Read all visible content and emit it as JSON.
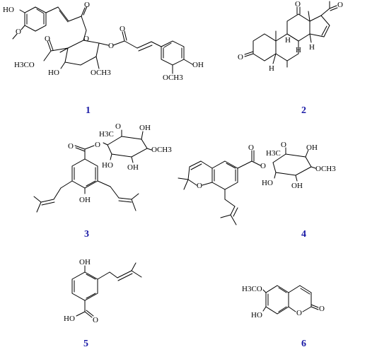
{
  "figure": {
    "accent_color": "#1a1aa6",
    "compounds": [
      {
        "number": "1",
        "atoms": {
          "ho": "HO",
          "o_meo_left": "O",
          "o_ester_top": "O",
          "o_ester_right_ring": "O",
          "o_carbonyl_right": "O",
          "o_methyl_ester_ring": "O",
          "o_carbonyl_low": "O",
          "h3co": "H3CO",
          "ho_ring": "HO",
          "och3_ring": "OCH3",
          "oh_right": "OH",
          "och3_right": "OCH3"
        }
      },
      {
        "number": "2",
        "atoms": {
          "o_acetyl": "O",
          "o_11": "O",
          "o_3": "O",
          "h_14": "H",
          "h_8": "H",
          "h_9": "H",
          "h_5": "H"
        }
      },
      {
        "number": "3",
        "atoms": {
          "o_glyc": "O",
          "h3c": "H3C",
          "o_ring": "O",
          "oh_top": "OH",
          "ho_left": "HO",
          "oh_bottom": "OH",
          "och3": "OCH3",
          "oh_phenol": "OH",
          "o_carbonyl": "O"
        }
      },
      {
        "number": "4",
        "atoms": {
          "o_carbonyl": "O",
          "o_glyc": "O",
          "h3c": "H3C",
          "o_ring": "O",
          "oh_top": "OH",
          "ho_left": "HO",
          "oh_bottom": "OH",
          "och3": "OCH3",
          "o_chromene": "O"
        }
      },
      {
        "number": "5",
        "atoms": {
          "oh": "OH",
          "ho": "HO",
          "o": "O"
        }
      },
      {
        "number": "6",
        "atoms": {
          "h3co": "H3CO",
          "ho": "HO",
          "o_ring": "O",
          "o_carbonyl": "O"
        }
      }
    ]
  }
}
